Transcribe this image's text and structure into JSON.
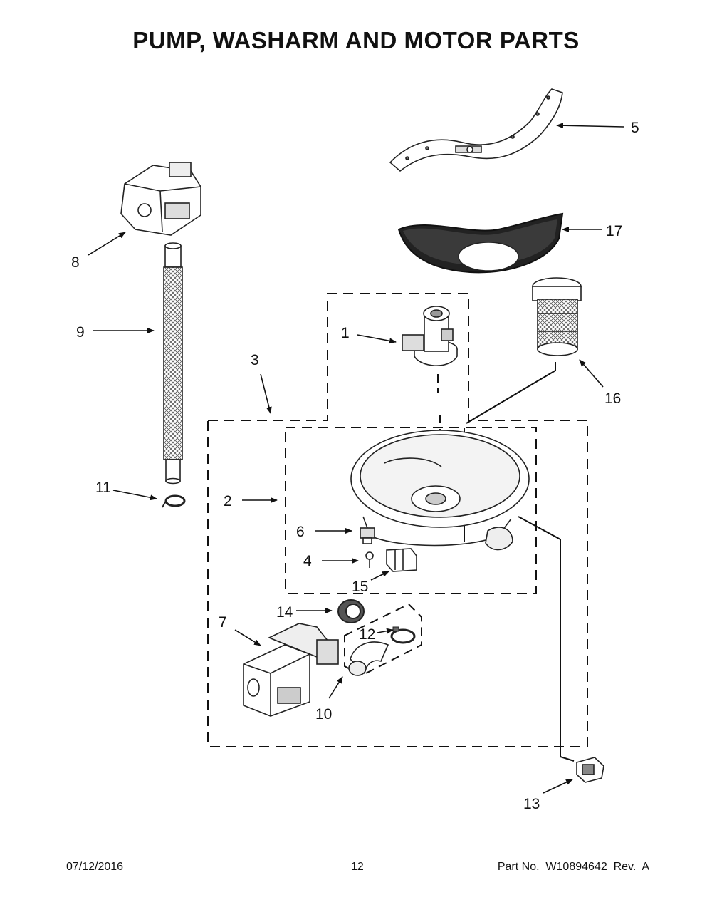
{
  "page": {
    "title": "PUMP, WASHARM AND MOTOR PARTS"
  },
  "callouts": [
    {
      "id": "1",
      "label": "1"
    },
    {
      "id": "2",
      "label": "2"
    },
    {
      "id": "3",
      "label": "3"
    },
    {
      "id": "4",
      "label": "4"
    },
    {
      "id": "5",
      "label": "5"
    },
    {
      "id": "6",
      "label": "6"
    },
    {
      "id": "7",
      "label": "7"
    },
    {
      "id": "8",
      "label": "8"
    },
    {
      "id": "9",
      "label": "9"
    },
    {
      "id": "10",
      "label": "10"
    },
    {
      "id": "11",
      "label": "11"
    },
    {
      "id": "12",
      "label": "12"
    },
    {
      "id": "13",
      "label": "13"
    },
    {
      "id": "14",
      "label": "14"
    },
    {
      "id": "15",
      "label": "15"
    },
    {
      "id": "16",
      "label": "16"
    },
    {
      "id": "17",
      "label": "17"
    }
  ],
  "footer": {
    "date": "07/12/2016",
    "page_number": "12",
    "part_number": "Part No.  W10894642  Rev.  A"
  }
}
